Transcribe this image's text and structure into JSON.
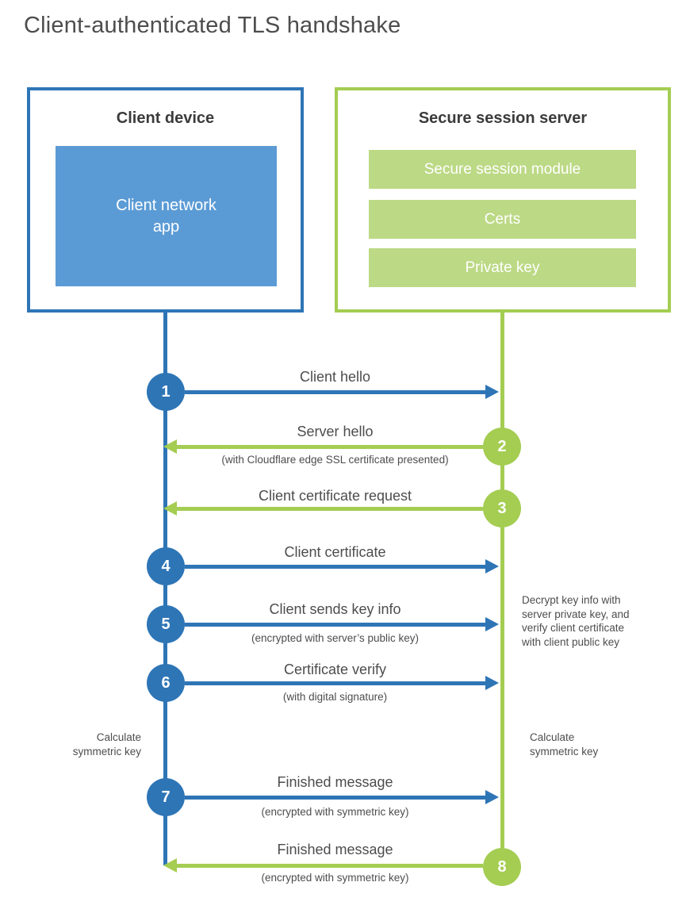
{
  "title": "Client-authenticated TLS handshake",
  "colors": {
    "blue_accent": "#2e75b6",
    "blue_fill": "#5b9bd5",
    "green_accent": "#a4cd52",
    "green_fill": "#bcd985",
    "text": "#4d4d4d"
  },
  "client_box": {
    "title": "Client device",
    "app_label": "Client network\napp"
  },
  "server_box": {
    "title": "Secure session server",
    "modules": [
      "Secure session module",
      "Certs",
      "Private key"
    ]
  },
  "steps": [
    {
      "num": "1",
      "label": "Client hello",
      "direction": "client-to-server"
    },
    {
      "num": "2",
      "label": "Server hello",
      "sub": "(with Cloudflare edge SSL certificate presented)",
      "direction": "server-to-client"
    },
    {
      "num": "3",
      "label": "Client certificate request",
      "direction": "server-to-client"
    },
    {
      "num": "4",
      "label": "Client certificate",
      "direction": "client-to-server"
    },
    {
      "num": "5",
      "label": "Client sends key info",
      "sub": "(encrypted with server’s public key)",
      "direction": "client-to-server"
    },
    {
      "num": "6",
      "label": "Certificate verify",
      "sub": "(with digital signature)",
      "direction": "client-to-server"
    },
    {
      "num": "7",
      "label": "Finished message",
      "sub": "(encrypted with symmetric key)",
      "direction": "client-to-server"
    },
    {
      "num": "8",
      "label": "Finished message",
      "sub": "(encrypted with symmetric key)",
      "direction": "server-to-client"
    }
  ],
  "annotations": {
    "left_calc": "Calculate\nsymmetric key",
    "right_calc": "Calculate\nsymmetric key",
    "decrypt_note": "Decrypt key info with\nserver private key, and\nverify client certificate\nwith client public key"
  }
}
